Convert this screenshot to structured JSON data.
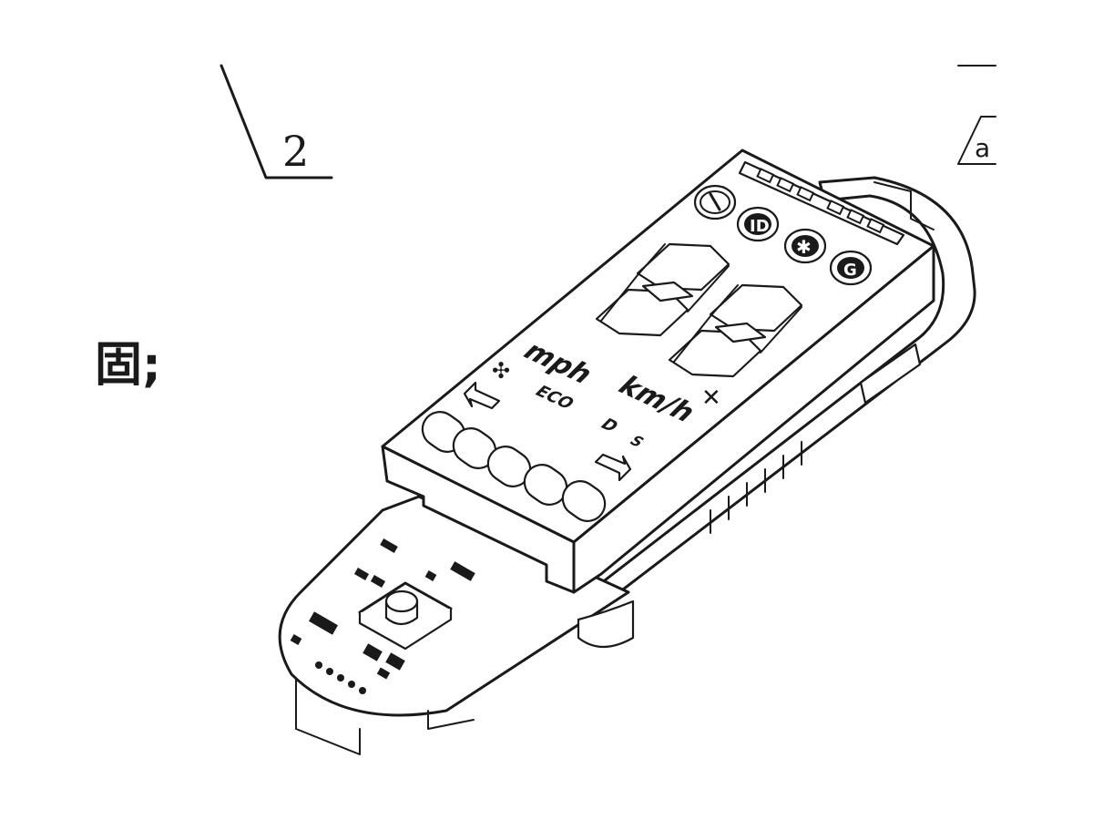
{
  "callout_number": "2",
  "revision_marker": "a",
  "side_text": "固;",
  "display_labels": {
    "mph": "mph",
    "kmh": "km/h",
    "eco": "ECO",
    "d": "D",
    "s": "S"
  }
}
